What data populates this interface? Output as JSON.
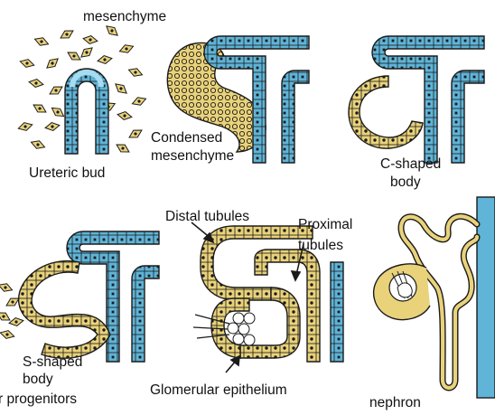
{
  "labels": {
    "mesenchyme": "mesenchyme",
    "ureteric_bud": "Ureteric bud",
    "condensed_1": "Condensed",
    "condensed_2": "mesenchyme",
    "c_shaped_1": "C-shaped",
    "c_shaped_2": "body",
    "distal_tubules": "Distal tubules",
    "proximal_1": "Proximal",
    "proximal_2": "tubules",
    "s_shaped_1": "S-shaped",
    "s_shaped_2": "body",
    "progenitors": "r progenitors",
    "glomerular_epithelium": "Glomerular epithelium",
    "nephron": "nephron"
  },
  "colors": {
    "duct": "#5fb4d8",
    "duct_light": "#a6dcef",
    "mesenchyme": "#e9d27a",
    "mesenchyme_dark": "#d8b94a",
    "outline": "#1b1b1b",
    "background": "#ffffff"
  }
}
